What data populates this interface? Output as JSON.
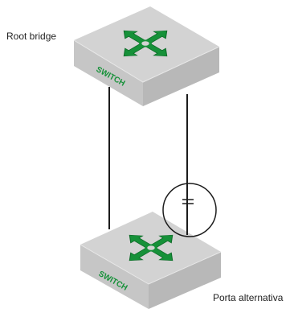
{
  "labels": {
    "root_bridge": "Root bridge",
    "alternate_port": "Porta alternativa"
  },
  "switches": {
    "top_text": "SWITCH",
    "bottom_text": "SWITCH"
  },
  "icons": [
    "switch-icon",
    "arrows-icon",
    "blocked-port-icon"
  ],
  "colors": {
    "switch_top": "#d3d3d3",
    "switch_side": "#b8b8b8",
    "switch_front": "#c6c6c6",
    "arrow_green": "#169139",
    "cable": "#1c1c1c",
    "blocked_circle": "#1c1c1c"
  }
}
